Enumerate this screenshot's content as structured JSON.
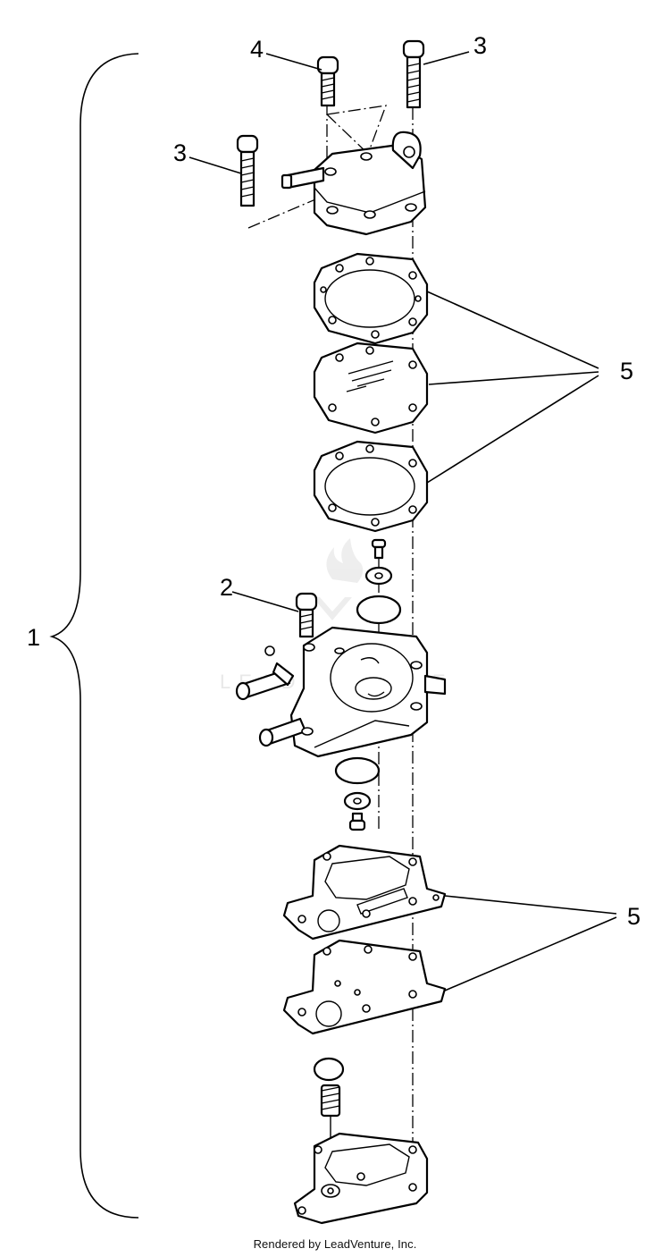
{
  "diagram": {
    "callouts": [
      {
        "id": "c1",
        "label": "1"
      },
      {
        "id": "c2",
        "label": "2"
      },
      {
        "id": "c3a",
        "label": "3"
      },
      {
        "id": "c3b",
        "label": "3"
      },
      {
        "id": "c4",
        "label": "4"
      },
      {
        "id": "c5a",
        "label": "5"
      },
      {
        "id": "c5b",
        "label": "5"
      }
    ],
    "watermark_text": "LEADVENTURE",
    "footer": "Rendered by LeadVenture, Inc."
  }
}
